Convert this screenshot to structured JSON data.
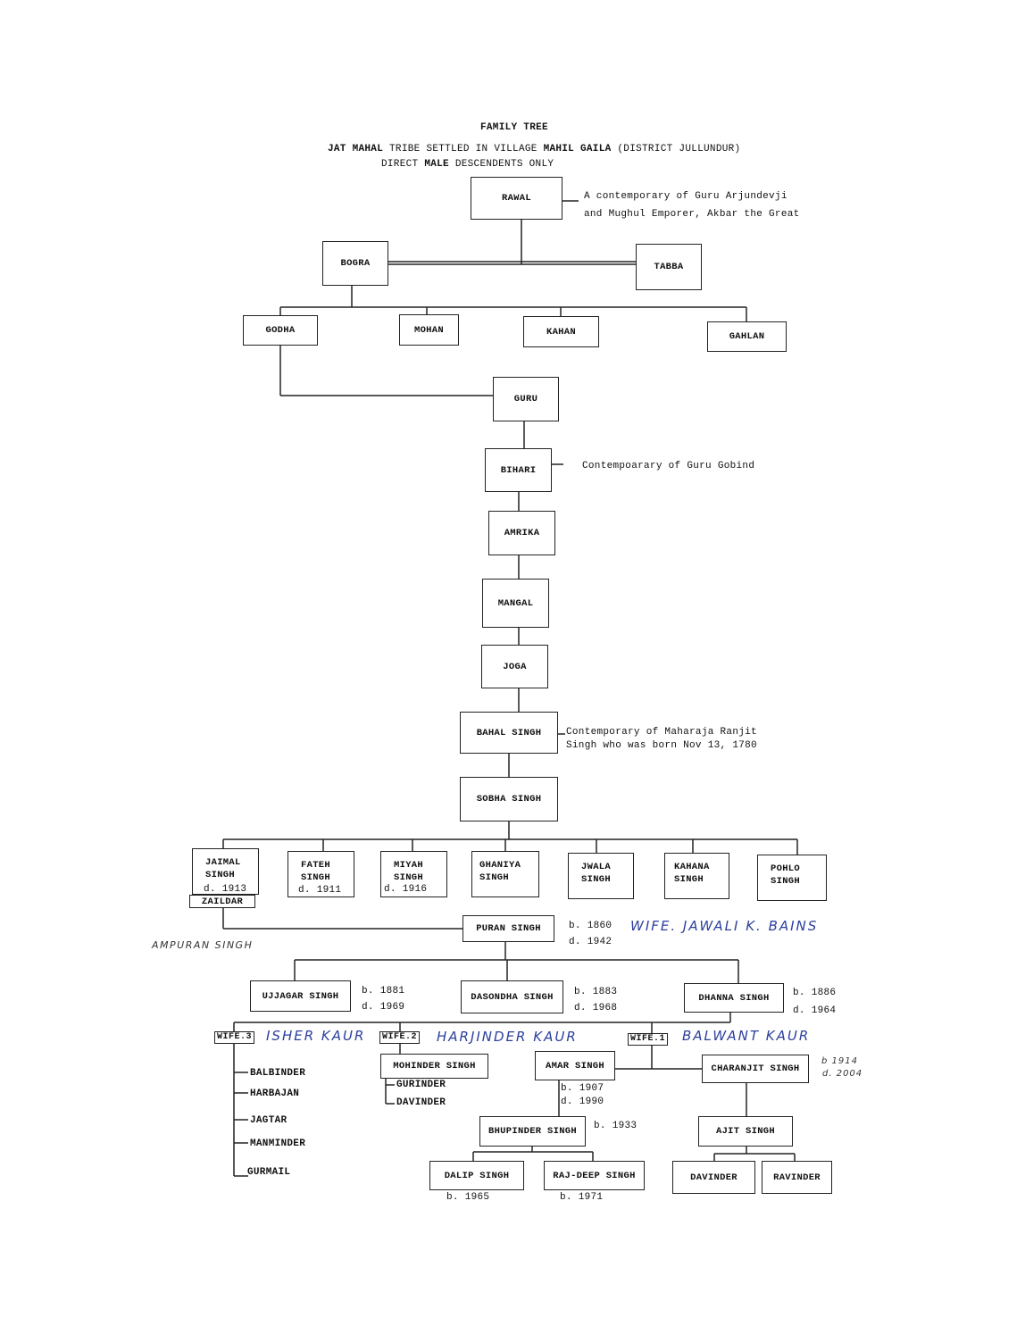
{
  "header": {
    "title": "FAMILY TREE",
    "subtitle_tribe": "JAT MAHAL",
    "subtitle_mid": "TRIBE SETTLED IN VILLAGE",
    "subtitle_village": "MAHIL GAILA",
    "subtitle_end": "(DISTRICT JULLUNDUR)",
    "scope_pre": "DIRECT",
    "scope_bold": "MALE",
    "scope_post": "DESCENDENTS ONLY"
  },
  "nodes": {
    "rawal": "RAWAL",
    "bogra": "BOGRA",
    "tabba": "TABBA",
    "godha": "GODHA",
    "mohan": "MOHAN",
    "kahan": "KAHAN",
    "gahlan": "GAHLAN",
    "guru": "GURU",
    "bihari": "BIHARI",
    "amrika": "AMRIKA",
    "mangal": "MANGAL",
    "joga": "JOGA",
    "bahal_singh": "BAHAL SINGH",
    "sobha_singh": "SOBHA SINGH",
    "jaimal_singh": "JAIMAL\nSINGH",
    "fateh_singh": "FATEH\nSINGH",
    "miyah_singh": "MIYAH\nSINGH",
    "ghaniya_singh": "GHANIYA\nSINGH",
    "jwala_singh": "JWALA\nSINGH",
    "kahana_singh": "KAHANA\nSINGH",
    "pohlo_singh": "POHLO\nSINGH",
    "zaildar": "ZAILDAR",
    "puran_singh": "PURAN SINGH",
    "ujjagar_singh": "UJJAGAR SINGH",
    "dasondha_singh": "DASONDHA SINGH",
    "dhanna_singh": "DHANNA SINGH",
    "mohinder_singh": "MOHINDER SINGH",
    "amar_singh": "AMAR SINGH",
    "charanjit_singh": "CHARANJIT SINGH",
    "bhupinder_singh": "BHUPINDER SINGH",
    "ajit_singh": "AJIT SINGH",
    "dalip_singh": "DALIP SINGH",
    "raj_deep_singh": "RAJ-DEEP SINGH",
    "davinder_2": "DAVINDER",
    "ravinder": "RAVINDER"
  },
  "notes": {
    "rawal_line1": "A contemporary of Guru Arjundevji",
    "rawal_line2": "and Mughul Emporer, Akbar the Great",
    "bihari": "Contempoarary of Guru Gobind",
    "bahal_line1": "Contemporary of Maharaja Ranjit",
    "bahal_line2": "Singh who was born Nov 13, 1780"
  },
  "dates": {
    "jaimal_d": "d. 1913",
    "fateh_d": "d. 1911",
    "miyah_d": "d. 1916",
    "puran_b": "b. 1860",
    "puran_d": "d. 1942",
    "ujjagar_b": "b. 1881",
    "ujjagar_d": "d. 1969",
    "dasondha_b": "b. 1883",
    "dasondha_d": "d. 1968",
    "dhanna_b": "b. 1886",
    "dhanna_d": "d. 1964",
    "amar_b": "b. 1907",
    "amar_d": "d. 1990",
    "bhupinder_b": "b. 1933",
    "dalip_b": "b. 1965",
    "raj_deep_b": "b. 1971",
    "charanjit_b": "b 1914",
    "charanjit_d": "d. 2004"
  },
  "wives": {
    "wife3_tag": "WIFE.3",
    "wife2_tag": "WIFE.2",
    "wife1_tag": "WIFE.1",
    "puran_wife": "WIFE. JAWALI K. BAINS",
    "wife3_name": "ISHER KAUR",
    "wife2_name": "HARJINDER KAUR",
    "wife1_name": "BALWANT KAUR"
  },
  "handwritten": {
    "ampuran": "AMPURAN SINGH"
  },
  "lists": {
    "wife3_sons": [
      "BALBINDER",
      "HARBAJAN",
      "JAGTAR",
      "MANMINDER",
      "GURMAIL"
    ],
    "mohinder_sons": [
      "GURINDER",
      "DAVINDER"
    ]
  }
}
